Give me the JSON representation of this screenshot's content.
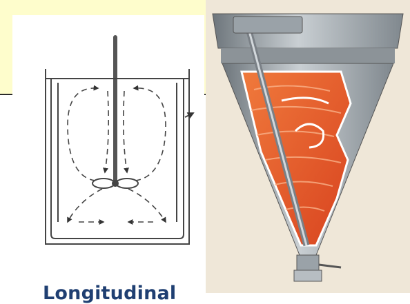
{
  "caption": "Longitudinal",
  "colors": {
    "banner": "#fefdcc",
    "caption": "#1f3f72",
    "product": "#e8562a",
    "steel": "#9aa2a8"
  },
  "icons": {
    "left": "tank-agitator-flow-diagram",
    "right": "conical-screw-mixer-cutaway"
  }
}
